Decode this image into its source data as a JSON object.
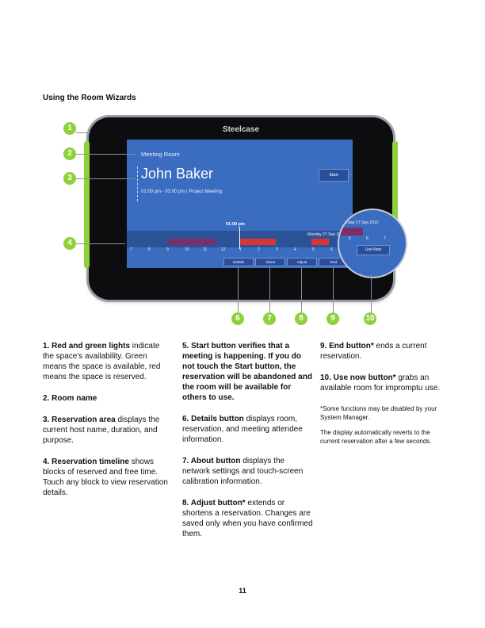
{
  "section_title": "Using the Room Wizards",
  "device": {
    "brand": "Steelcase",
    "room_name": "Meeting Room",
    "host": "John Baker",
    "reservation": "01:00 pm - 03:00 pm  |  Project Meeting",
    "start_label": "Start",
    "now_label": "01:00 pm",
    "date_label": "Monday 27 Sep 20",
    "hours": [
      "7",
      "8",
      "9",
      "10",
      "11",
      "12",
      "1",
      "2",
      "3",
      "4",
      "5",
      "6",
      "7"
    ],
    "buttons": [
      "Details",
      "About",
      "Adjust",
      "End"
    ],
    "magnifier": {
      "time": "0 pm",
      "date": "Monday 27 Sep 2010",
      "nums": [
        "5",
        "6",
        "7"
      ],
      "use_now": "Use Now"
    }
  },
  "callouts": [
    "1",
    "2",
    "3",
    "4",
    "6",
    "7",
    "8",
    "9",
    "10"
  ],
  "column1": [
    {
      "bold": "1. Red and green lights",
      "text": " indicate the space's availability. Green means the space is available, red means the space is reserved."
    },
    {
      "bold": "2. Room name",
      "text": ""
    },
    {
      "bold": "3. Reservation area",
      "text": " displays the current host name, duration, and purpose."
    },
    {
      "bold": "4. Reservation timeline",
      "text": " shows blocks of reserved and free time. Touch any block to view reservation details."
    }
  ],
  "column2": [
    {
      "bold": "5. Start button verifies that a meeting is happening. If you do not touch the Start button, the reservation will be abandoned and the room will be available for others to use.",
      "text": ""
    },
    {
      "bold": "6. Details button",
      "text": " displays room, reservation, and meeting attendee information."
    },
    {
      "bold": "7. About button",
      "text": " displays the network settings and touch-screen calibration information."
    },
    {
      "bold": "8. Adjust button*",
      "text": " extends or shortens a reservation. Changes are saved only when you have confirmed them."
    }
  ],
  "column3": [
    {
      "bold": "9. End button*",
      "text": " ends a current reservation."
    },
    {
      "bold": "10. Use now button*",
      "text": " grabs an available room for impromptu use."
    }
  ],
  "notes": [
    "*Some functions may be disabled by your System Manager.",
    "The display automatically reverts to the current reservation after a few seconds."
  ],
  "page_number": "11",
  "colors": {
    "accent": "#8ed13b",
    "screen": "#3a6cc0",
    "reserved": "#dd3333"
  }
}
